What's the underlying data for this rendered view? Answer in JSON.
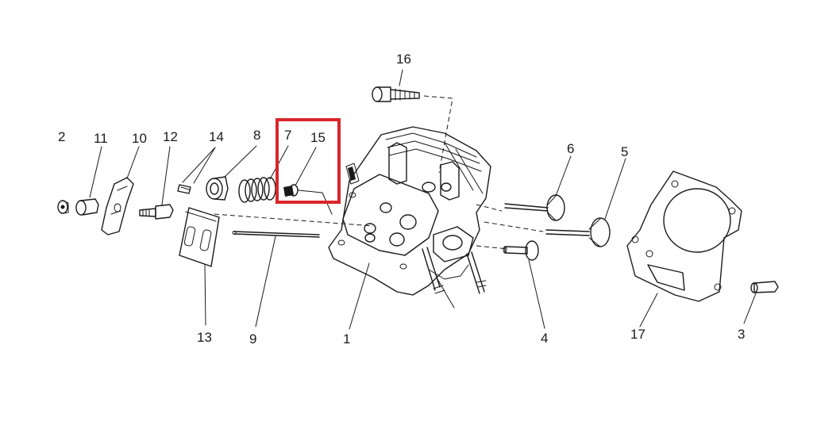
{
  "labels": {
    "p1": "1",
    "p2": "2",
    "p3": "3",
    "p4": "4",
    "p5": "5",
    "p6": "6",
    "p7": "7",
    "p8": "8",
    "p9": "9",
    "p10": "10",
    "p11": "11",
    "p12": "12",
    "p13": "13",
    "p14": "14",
    "p15": "15",
    "p16": "16",
    "p17": "17"
  },
  "highlight": {
    "color": "#d9262c",
    "parts": [
      "7",
      "15"
    ]
  }
}
